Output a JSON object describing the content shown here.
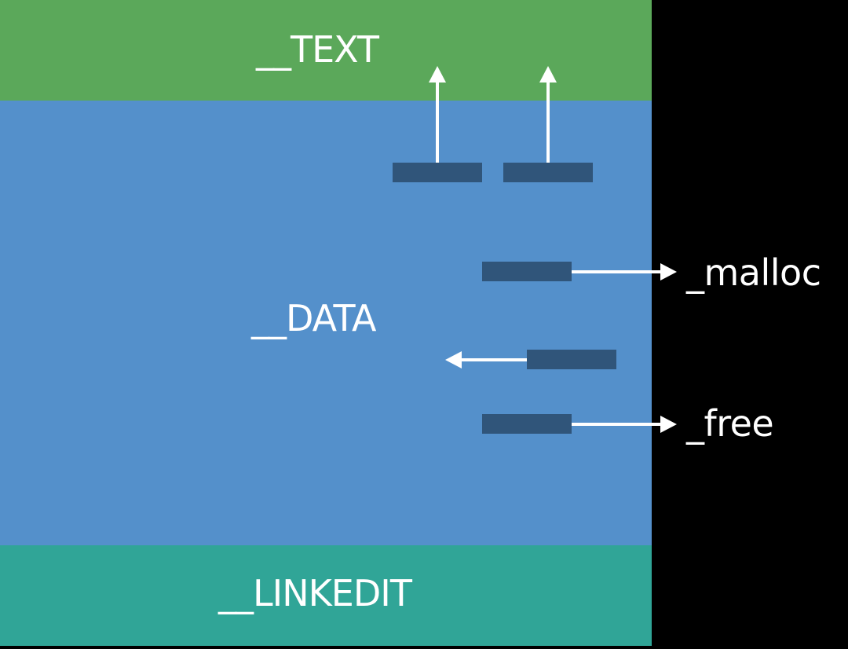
{
  "segments": {
    "text": {
      "label": "__TEXT"
    },
    "data": {
      "label": "__DATA"
    },
    "linkedit": {
      "label": "__LINKEDIT"
    }
  },
  "symbols": {
    "malloc": "_malloc",
    "free": "_free"
  },
  "colors": {
    "background": "#000000",
    "text_segment": "#5ba85a",
    "data_segment": "#5490cb",
    "linkedit_segment": "#30a597",
    "pointer": "#30557a",
    "arrow": "#ffffff",
    "label": "#ffffff"
  }
}
